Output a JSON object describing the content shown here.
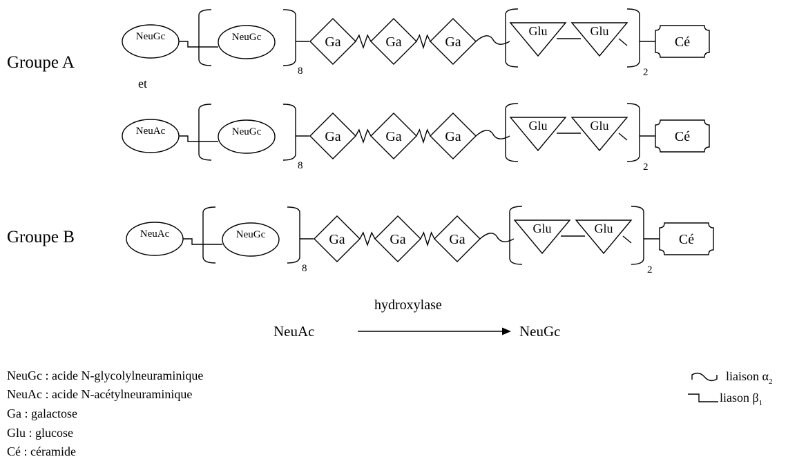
{
  "groups": {
    "a_label": "Groupe A",
    "a_connector": "et",
    "b_label": "Groupe B"
  },
  "chains": [
    {
      "terminal": "NeuGc",
      "repeat_unit": "NeuGc",
      "repeat_n": "8",
      "galactose": [
        "Ga",
        "Ga",
        "Ga"
      ],
      "glucose": [
        "Glu",
        "Glu"
      ],
      "glucose_n": "2",
      "ceramide": "Cé"
    },
    {
      "terminal": "NeuAc",
      "repeat_unit": "NeuGc",
      "repeat_n": "8",
      "galactose": [
        "Ga",
        "Ga",
        "Ga"
      ],
      "glucose": [
        "Glu",
        "Glu"
      ],
      "glucose_n": "2",
      "ceramide": "Cé"
    },
    {
      "terminal": "NeuAc",
      "repeat_unit": "NeuGc",
      "repeat_n": "8",
      "galactose": [
        "Ga",
        "Ga",
        "Ga"
      ],
      "glucose": [
        "Glu",
        "Glu"
      ],
      "glucose_n": "2",
      "ceramide": "Cé"
    }
  ],
  "reaction": {
    "enzyme": "hydroxylase",
    "substrate": "NeuAc",
    "product": "NeuGc"
  },
  "legend": {
    "abbreviations": [
      "NeuGc : acide N-glycolylneuraminique",
      "NeuAc : acide N-acétylneuraminique",
      "Ga : galactose",
      "Glu : glucose",
      "Cé : céramide"
    ],
    "bond_alpha_label": "liaison α",
    "bond_alpha_sub": "2",
    "bond_beta_label": "liason β",
    "bond_beta_sub": "1"
  }
}
